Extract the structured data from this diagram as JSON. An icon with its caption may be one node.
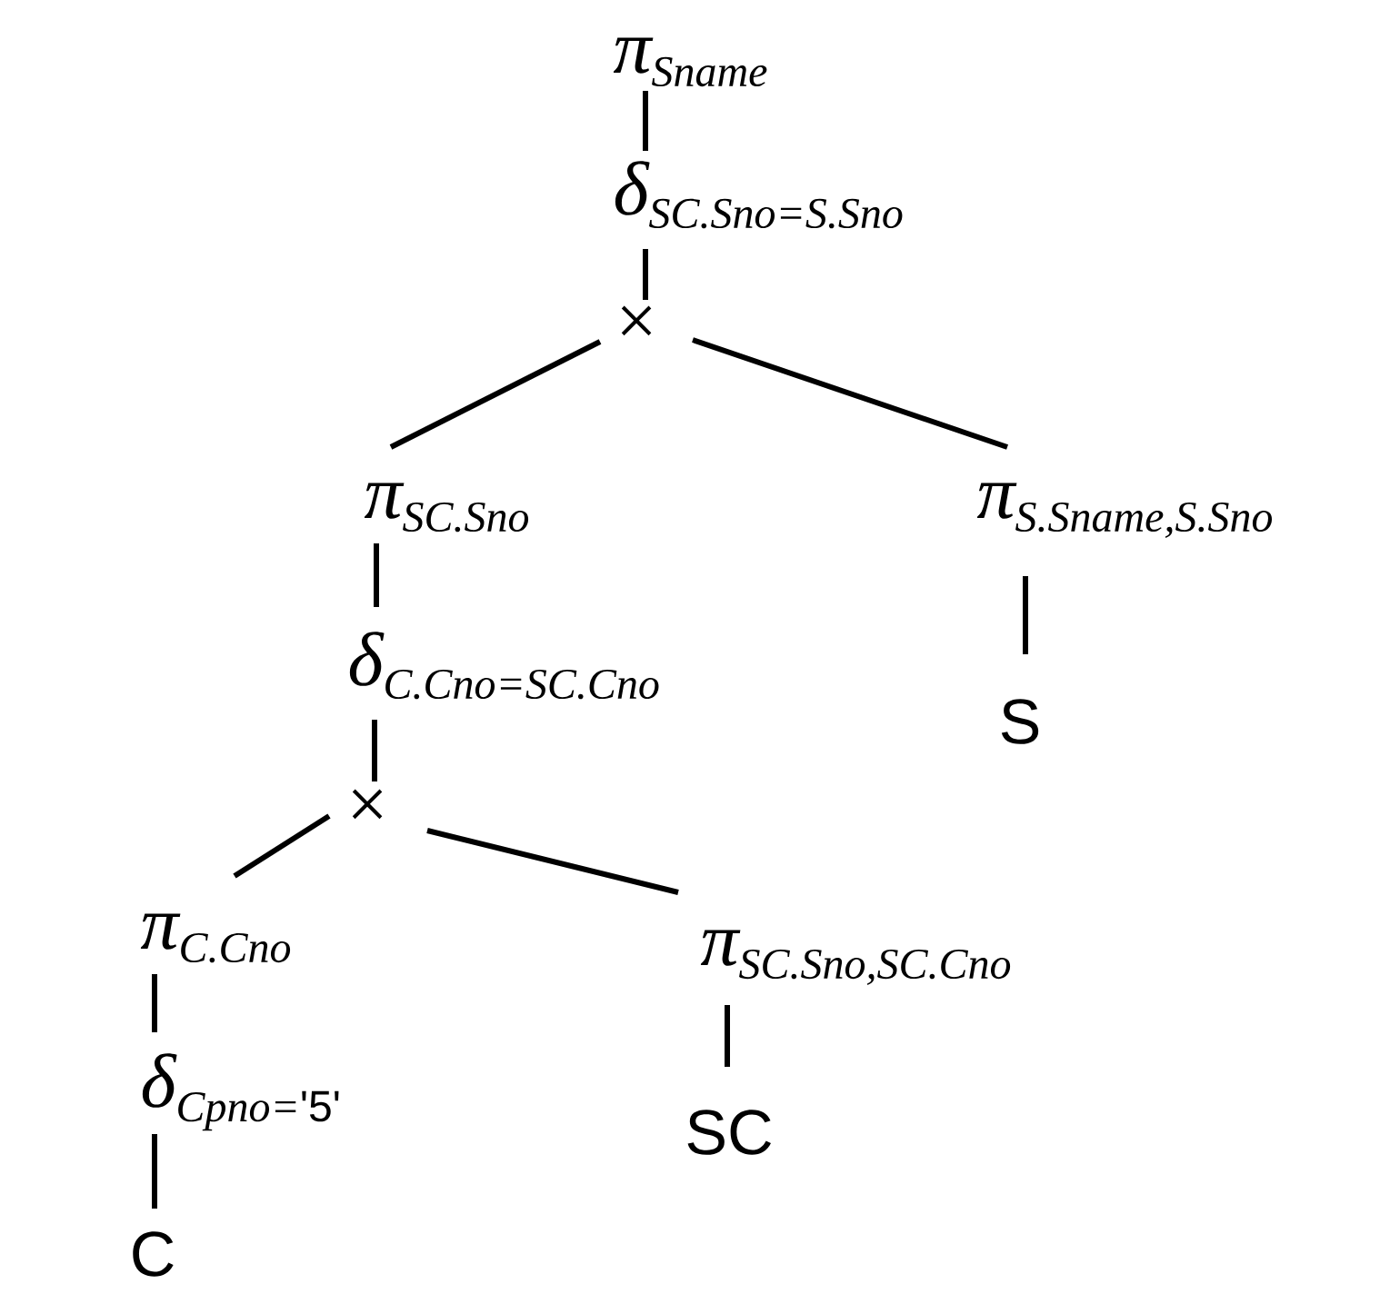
{
  "diagram": {
    "nodes": [
      {
        "text": [
          "π_{\\textit{Sname}}"
        ]
      },
      {
        "text": [
          "δ_{\\textit{SC.Sno=S.Sno}}"
        ]
      },
      {
        "text": [
          "×"
        ]
      },
      {
        "text": [
          "π_{\\textit{SC.Sno}}"
        ]
      },
      {
        "text": [
          "π_{\\textit{S.Sname,S.Sno}}"
        ]
      },
      {
        "text": [
          "δ_{\\textit{C.Cno=SC.Cno}}"
        ]
      },
      {
        "text": [
          "S"
        ]
      },
      {
        "text": [
          "×"
        ]
      },
      {
        "text": [
          "π_{\\textit{C.Cno}}"
        ]
      },
      {
        "text": [
          "π_{\\textit{SC.Sno,SC.Cno}}"
        ]
      },
      {
        "text": [
          "δ_{\\textit{Cpno=}\\textsf{'5'}}"
        ]
      },
      {
        "text": [
          "SC"
        ]
      },
      {
        "text": [
          "C"
        ]
      }
    ],
    "edges": [
      {
        "from": 0,
        "to": 1,
        "arrow": "none"
      },
      {
        "from": 1,
        "to": 2,
        "arrow": "none"
      },
      {
        "from": 2,
        "to": 3,
        "arrow": "none"
      },
      {
        "from": 2,
        "to": 4,
        "arrow": "none"
      },
      {
        "from": 3,
        "to": 5,
        "arrow": "none"
      },
      {
        "from": 4,
        "to": 6,
        "arrow": "none"
      },
      {
        "from": 5,
        "to": 7,
        "arrow": "none"
      },
      {
        "from": 7,
        "to": 8,
        "arrow": "none"
      },
      {
        "from": 7,
        "to": 9,
        "arrow": "none"
      },
      {
        "from": 8,
        "to": 10,
        "arrow": "none"
      },
      {
        "from": 9,
        "to": 11,
        "arrow": "none"
      },
      {
        "from": 10,
        "to": 12,
        "arrow": "none"
      }
    ]
  }
}
